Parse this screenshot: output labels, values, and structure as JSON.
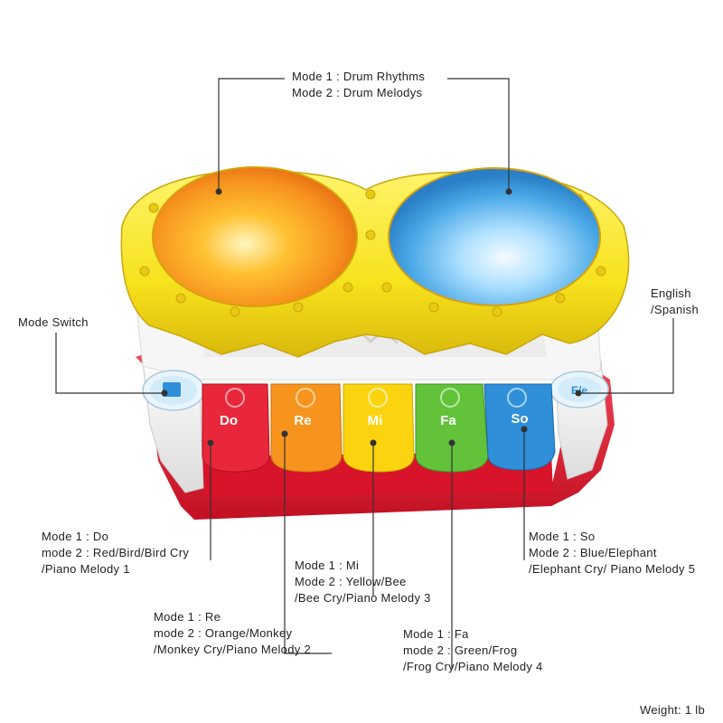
{
  "annotations": {
    "drums": {
      "line1": "Mode 1 : Drum Rhythms",
      "line2": "Mode 2 : Drum Melodys"
    },
    "mode_switch": {
      "line1": "Mode Switch"
    },
    "language": {
      "line1": "English",
      "line2": "/Spanish"
    },
    "do": {
      "line1": "Mode 1 : Do",
      "line2": "mode 2 : Red/Bird/Bird Cry",
      "line3": "/Piano Melody 1"
    },
    "re": {
      "line1": "Mode 1 : Re",
      "line2": "mode 2 : Orange/Monkey",
      "line3": "/Monkey Cry/Piano Melody 2"
    },
    "mi": {
      "line1": "Mode 1 : Mi",
      "line2": "Mode 2 : Yellow/Bee",
      "line3": "/Bee Cry/Piano Melody 3"
    },
    "fa": {
      "line1": "Mode 1 : Fa",
      "line2": "mode 2 : Green/Frog",
      "line3": "/Frog Cry/Piano Melody 4"
    },
    "so": {
      "line1": "Mode 1 : So",
      "line2": "Mode 2 : Blue/Elephant",
      "line3": "/Elephant Cry/ Piano Melody 5"
    }
  },
  "keys": {
    "do": {
      "label": "Do",
      "color": "#e8283a"
    },
    "re": {
      "label": "Re",
      "color": "#f7941d"
    },
    "mi": {
      "label": "Mi",
      "color": "#fbd40f"
    },
    "fa": {
      "label": "Fa",
      "color": "#62c23a"
    },
    "so": {
      "label": "So",
      "color": "#2f8fd8"
    }
  },
  "language_button": {
    "label": "E/e"
  },
  "weight": "Weight: 1 lb",
  "colors": {
    "frame_yellow": "#f7e21d",
    "base_red": "#e3192e",
    "drum_left": "#f79a22",
    "drum_right": "#4aa8e6"
  }
}
